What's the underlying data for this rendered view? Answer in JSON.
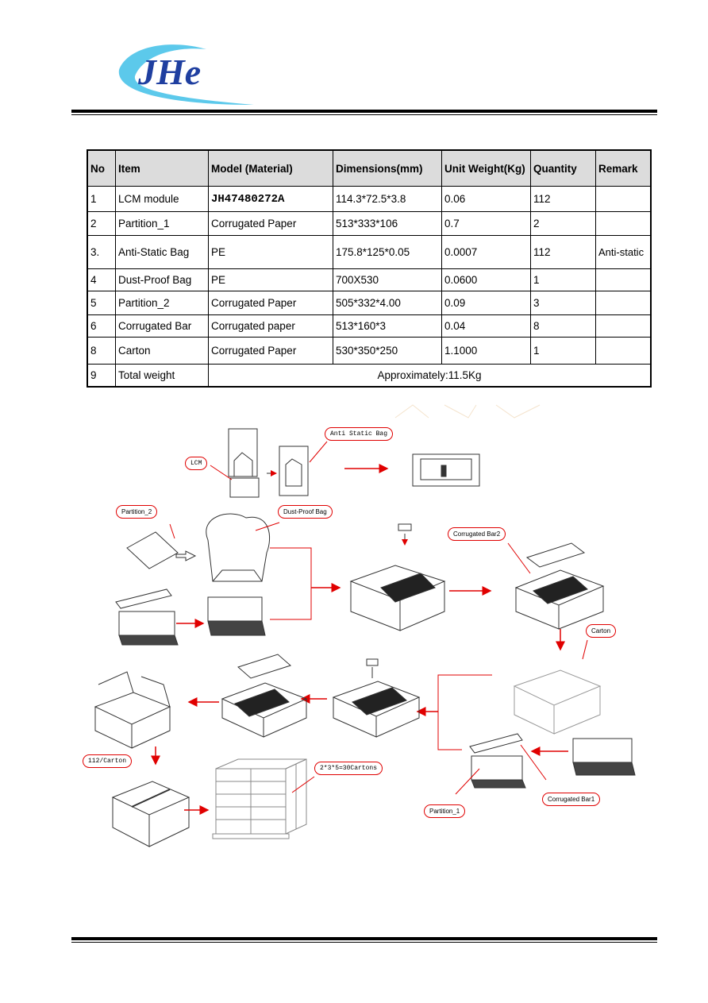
{
  "header": {
    "logo_text": "JHe"
  },
  "table": {
    "headers": [
      "No",
      "Item",
      "Model (Material)",
      "Dimensions(mm)",
      "Unit Weight(Kg)",
      "Quantity",
      "Remark"
    ],
    "rows": [
      {
        "no": "1",
        "item": "LCM module",
        "model": "JH47480272A",
        "dim": "114.3*72.5*3.8",
        "weight": "0.06",
        "qty": "112",
        "remark": ""
      },
      {
        "no": "2",
        "item": "Partition_1",
        "model": "Corrugated Paper",
        "dim": "513*333*106",
        "weight": "0.7",
        "qty": "2",
        "remark": ""
      },
      {
        "no": "3.",
        "item": "Anti-Static Bag",
        "model": "PE",
        "dim": "175.8*125*0.05",
        "weight": "0.0007",
        "qty": "112",
        "remark": "Anti-static"
      },
      {
        "no": "4",
        "item": "Dust-Proof Bag",
        "model": "PE",
        "dim": "700X530",
        "weight": "0.0600",
        "qty": "1",
        "remark": ""
      },
      {
        "no": "5",
        "item": "Partition_2",
        "model": "Corrugated Paper",
        "dim": "505*332*4.00",
        "weight": "0.09",
        "qty": "3",
        "remark": ""
      },
      {
        "no": "6",
        "item": "Corrugated Bar",
        "model": "Corrugated paper",
        "dim": "513*160*3",
        "weight": "0.04",
        "qty": "8",
        "remark": ""
      },
      {
        "no": "8",
        "item": "Carton",
        "model": "Corrugated Paper",
        "dim": "530*350*250",
        "weight": "1.1000",
        "qty": "1",
        "remark": ""
      }
    ],
    "total": {
      "no": "9",
      "item": "Total weight",
      "value": "Approximately:11.5Kg"
    }
  },
  "callouts": {
    "anti_static_bag": "Anti Static Bag",
    "lcm": "LCM",
    "partition_2": "Partition_2",
    "dust_proof_bag": "Dust-Proof Bag",
    "corrugated_bar2": "Corrugated Bar2",
    "carton": "Carton",
    "per_carton": "112/Carton",
    "pallet": "2*3*5=30Cartons",
    "partition_1": "Partition_1",
    "corrugated_bar1": "Corrugated Bar1"
  },
  "colors": {
    "arrow": "#e00000",
    "logo_blue": "#1f3fa0",
    "logo_cyan": "#3fc0e8"
  }
}
